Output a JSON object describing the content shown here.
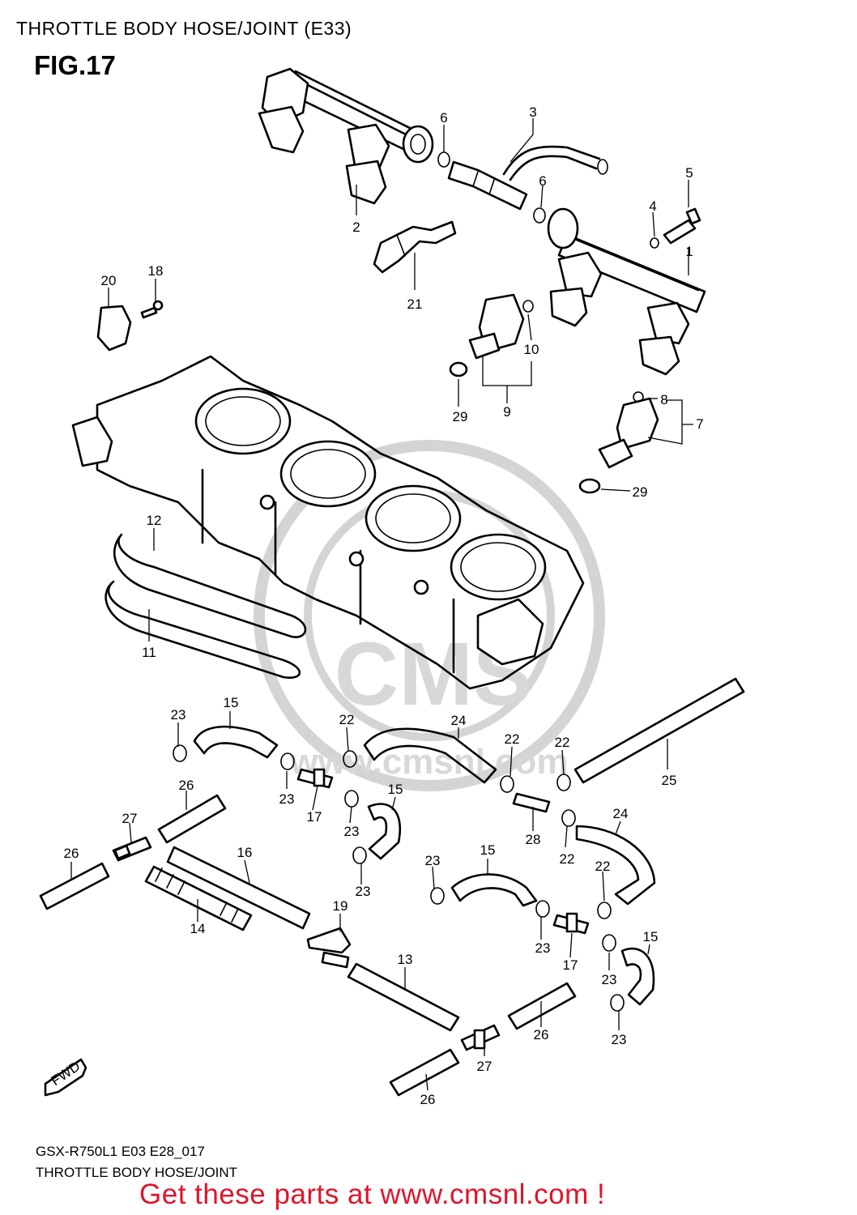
{
  "header": {
    "title": "THROTTLE BODY HOSE/JOINT (E33)",
    "figure": "FIG.17"
  },
  "watermark": {
    "brand": "CMS",
    "url": "www.cmsnl.com"
  },
  "fwd_label": "FWD",
  "footer": {
    "model_code": "GSX-R750L1 E03 E28_017",
    "caption": "THROTTLE BODY HOSE/JOINT",
    "call_to_action": "Get these parts at www.cmsnl.com !"
  },
  "colors": {
    "call_to_action": "#e0142a",
    "line": "#000000",
    "watermark": "#d4d4d4"
  },
  "callouts": {
    "p1": "1",
    "p2": "2",
    "p3": "3",
    "p4": "4",
    "p5": "5",
    "p6a": "6",
    "p6b": "6",
    "p7": "7",
    "p8": "8",
    "p9": "9",
    "p10": "10",
    "p11": "11",
    "p12": "12",
    "p13": "13",
    "p14": "14",
    "p15a": "15",
    "p15b": "15",
    "p15c": "15",
    "p15d": "15",
    "p16": "16",
    "p17a": "17",
    "p17b": "17",
    "p18": "18",
    "p19": "19",
    "p20": "20",
    "p21": "21",
    "p22a": "22",
    "p22b": "22",
    "p22c": "22",
    "p22d": "22",
    "p22e": "22",
    "p23a": "23",
    "p23b": "23",
    "p23c": "23",
    "p23d": "23",
    "p23e": "23",
    "p23f": "23",
    "p23g": "23",
    "p23h": "23",
    "p24a": "24",
    "p24b": "24",
    "p25": "25",
    "p26a": "26",
    "p26b": "26",
    "p26c": "26",
    "p26d": "26",
    "p27a": "27",
    "p27b": "27",
    "p28": "28",
    "p29a": "29",
    "p29b": "29"
  }
}
